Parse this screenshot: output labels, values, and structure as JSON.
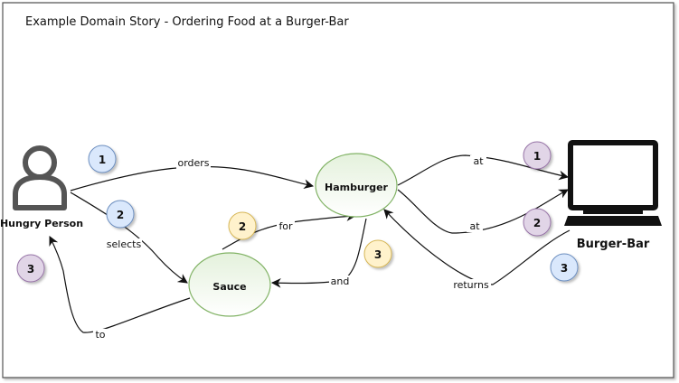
{
  "title": "Example Domain Story - Ordering Food at a Burger-Bar",
  "actors": {
    "hungry_person": "Hungry Person",
    "burger_bar": "Burger-Bar"
  },
  "work_objects": {
    "hamburger": "Hamburger",
    "sauce": "Sauce"
  },
  "activities": {
    "orders": "orders",
    "selects": "selects",
    "for": "for",
    "to": "to",
    "at_1": "at",
    "at_2": "at",
    "and": "and",
    "returns": "returns"
  },
  "badges": {
    "b1_left": "1",
    "b2_left": "2",
    "b3_left": "3",
    "b2_mid": "2",
    "b3_mid": "3",
    "b1_right": "1",
    "b2_right": "2",
    "b3_right": "3"
  },
  "colors": {
    "badge_blue_fill": "#dae8fc",
    "badge_blue_stroke": "#6c8ebf",
    "badge_purple_fill": "#e1d5e7",
    "badge_purple_stroke": "#9673a6",
    "badge_yellow_fill": "#fff2cc",
    "badge_yellow_stroke": "#d6b656",
    "work_object_fill": "#eef6e8",
    "work_object_stroke": "#82b366"
  }
}
